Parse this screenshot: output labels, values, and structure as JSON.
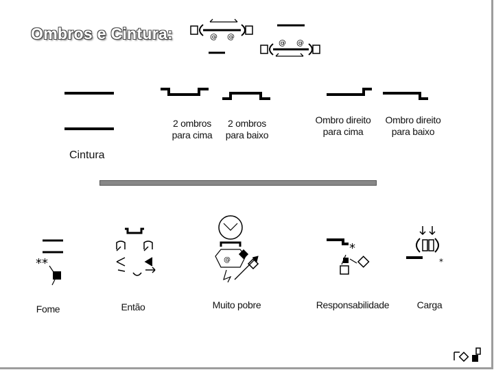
{
  "title": "Ombros e Cintura:",
  "shoulders": [
    {
      "line1": "2 ombros",
      "line2": "para cima"
    },
    {
      "line1": "2 ombros",
      "line2": "para baixo"
    },
    {
      "line1": "Ombro direito",
      "line2": "para cima"
    },
    {
      "line1": "Ombro direito",
      "line2": "para baixo"
    }
  ],
  "section_label": "Cintura",
  "examples": [
    "Fome",
    "Então",
    "Muito pobre",
    "Responsabilidade",
    "Carga"
  ]
}
